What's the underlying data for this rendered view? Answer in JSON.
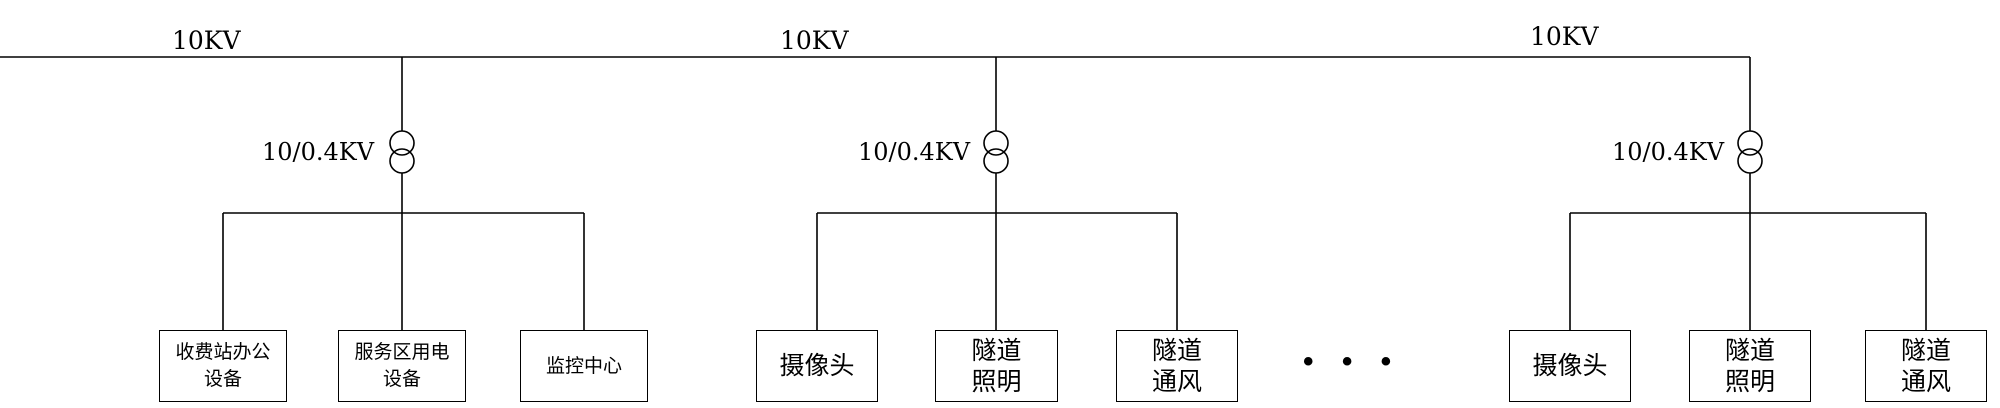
{
  "diagram": {
    "bus": {
      "voltage_label": "10KV"
    },
    "transformer": {
      "ratio_label": "10/0.4KV"
    },
    "ellipsis": "• • •",
    "colors": {
      "line": "#000000",
      "background": "#ffffff"
    },
    "groups": [
      {
        "name": "station-group",
        "boxes": [
          {
            "label": "收费站办公\n设备"
          },
          {
            "label": "服务区用电\n设备"
          },
          {
            "label": "监控中心"
          }
        ]
      },
      {
        "name": "tunnel-group-1",
        "boxes": [
          {
            "label": "摄像头"
          },
          {
            "label": "隧道\n照明"
          },
          {
            "label": "隧道\n通风"
          }
        ]
      },
      {
        "name": "tunnel-group-2",
        "boxes": [
          {
            "label": "摄像头"
          },
          {
            "label": "隧道\n照明"
          },
          {
            "label": "隧道\n通风"
          }
        ]
      }
    ]
  }
}
